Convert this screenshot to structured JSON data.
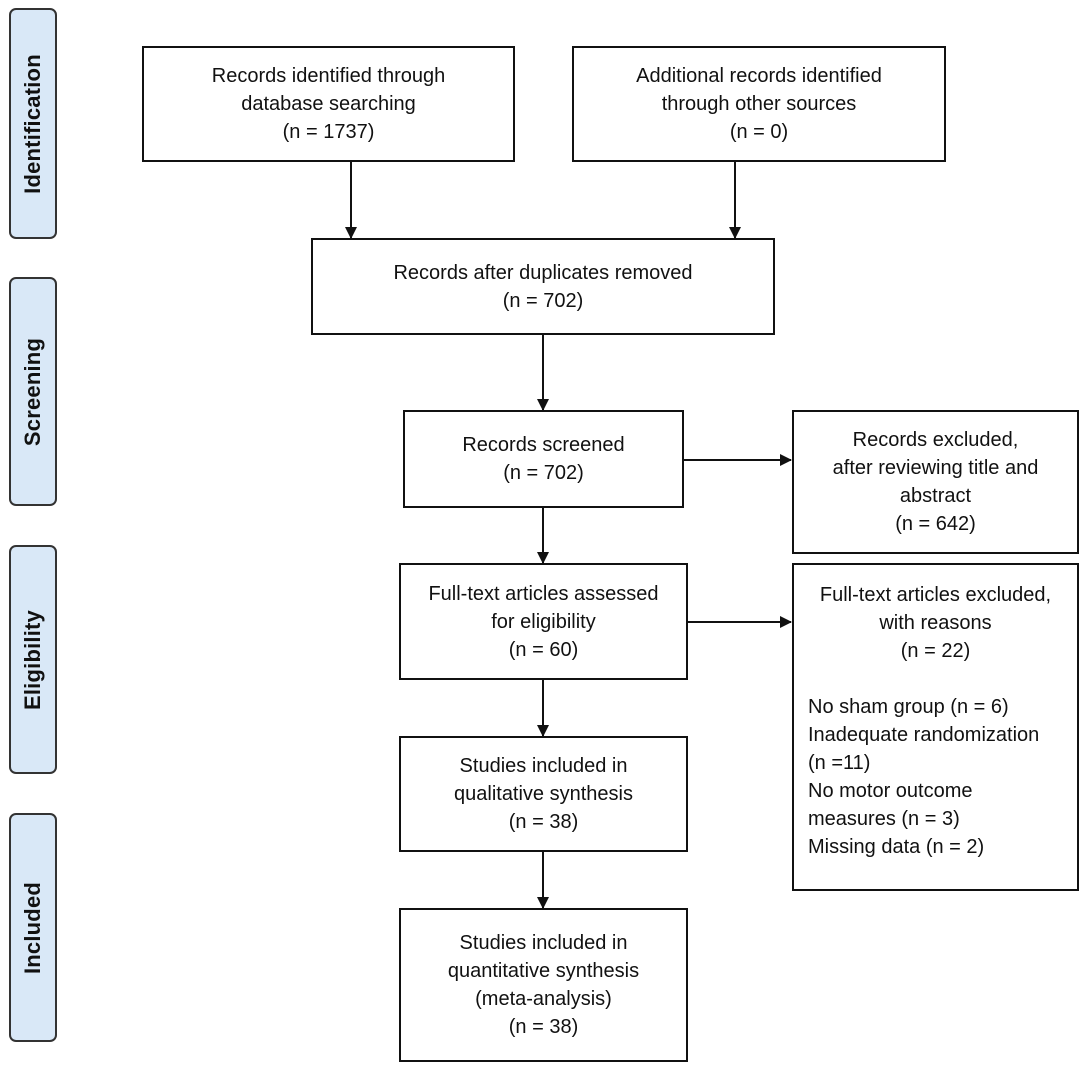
{
  "phases": {
    "identification": "Identification",
    "screening": "Screening",
    "eligibility": "Eligibility",
    "included": "Included"
  },
  "boxes": {
    "database": [
      "Records identified through",
      "database searching",
      "(n = 1737)"
    ],
    "other_sources": [
      "Additional records identified",
      "through other sources",
      "(n = 0)"
    ],
    "duplicates_removed": [
      "Records after duplicates removed",
      "(n = 702)"
    ],
    "screened": [
      "Records screened",
      "(n = 702)"
    ],
    "excluded": [
      "Records excluded,",
      "after reviewing title and",
      "abstract",
      "(n = 642)"
    ],
    "fulltext_assessed": [
      "Full-text articles assessed",
      "for eligibility",
      "(n = 60)"
    ],
    "fulltext_excluded": {
      "header": [
        "Full-text articles excluded,",
        "with reasons",
        "(n = 22)"
      ],
      "reasons": [
        "No sham group (n = 6)",
        "Inadequate randomization",
        "(n =11)",
        "No motor outcome",
        "measures (n = 3)",
        "Missing data (n = 2)"
      ]
    },
    "qualitative": [
      "Studies included in",
      "qualitative synthesis",
      "(n = 38)"
    ],
    "quantitative": [
      "Studies included in",
      "quantitative synthesis",
      "(meta-analysis)",
      "(n = 38)"
    ]
  },
  "colors": {
    "phase_fill": "#d9e8f7",
    "phase_border": "#333333",
    "box_border": "#111111",
    "arrow": "#111111"
  }
}
